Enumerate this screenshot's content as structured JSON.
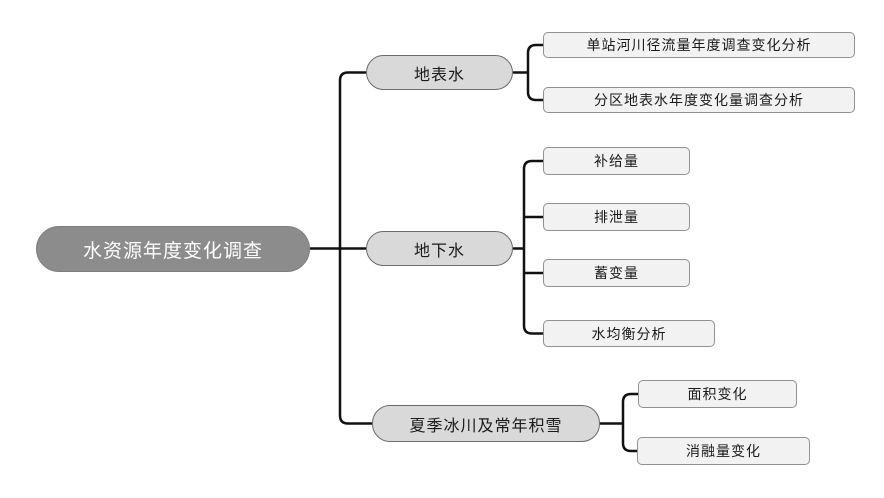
{
  "page": {
    "background": "#ffffff"
  },
  "diagram": {
    "type": "mindmap-tree",
    "root": {
      "label": "水资源年度变化调查"
    },
    "branches": [
      {
        "label": "地表水",
        "children": [
          {
            "label": "单站河川径流量年度调查变化分析"
          },
          {
            "label": "分区地表水年度变化量调查分析"
          }
        ]
      },
      {
        "label": "地下水",
        "children": [
          {
            "label": "补给量"
          },
          {
            "label": "排泄量"
          },
          {
            "label": "蓄变量"
          },
          {
            "label": "水均衡分析"
          }
        ]
      },
      {
        "label": "夏季冰川及常年积雪",
        "children": [
          {
            "label": "面积变化"
          },
          {
            "label": "消融量变化"
          }
        ]
      }
    ],
    "colors": {
      "root_fill": "#8c8c8c",
      "root_text": "#ffffff",
      "branch_fill": "#d9d9d9",
      "branch_border": "#6b6b6b",
      "branch_text": "#1a1a1a",
      "leaf_fill": "#f2f2f2",
      "leaf_border": "#919191",
      "leaf_text": "#1a1a1a",
      "connector": "#111111"
    }
  }
}
